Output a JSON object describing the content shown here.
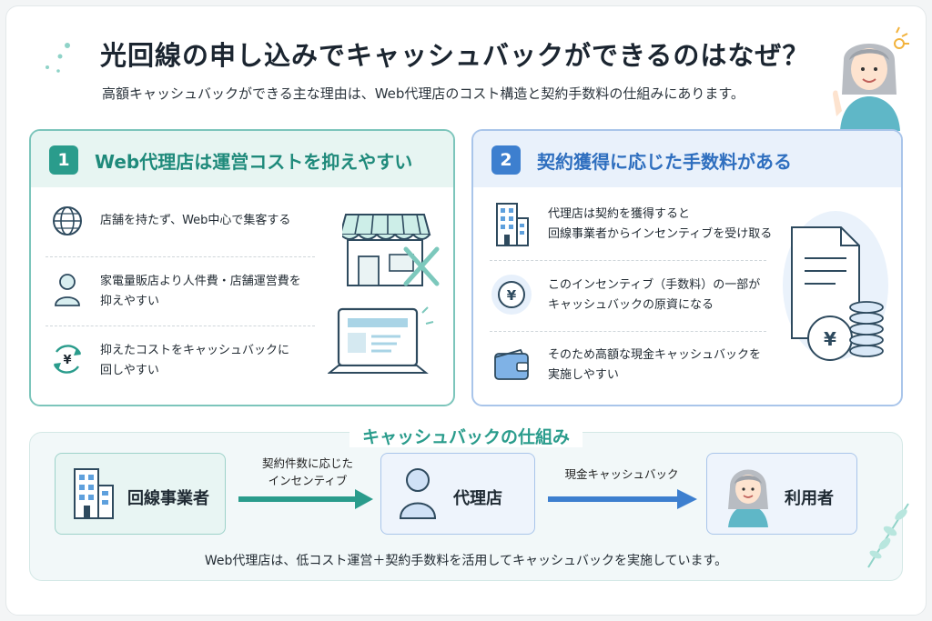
{
  "header": {
    "title": "光回線の申し込みでキャッシュバックができるのはなぜ？",
    "subtitle": "高額キャッシュバックができる主な理由は、Web代理店のコスト構造と契約手数料の仕組みにあります。"
  },
  "card1": {
    "number": "1",
    "title": "Web代理店は運営コストを抑えやすい",
    "items": [
      {
        "line1": "店舗を持たず、Web中心で集客する",
        "line2": ""
      },
      {
        "line1": "家電量販店より人件費・店舗運営費を",
        "line2": "抑えやすい"
      },
      {
        "line1": "抑えたコストをキャッシュバックに",
        "line2": "回しやすい"
      }
    ],
    "yen": "¥"
  },
  "card2": {
    "number": "2",
    "title": "契約獲得に応じた手数料がある",
    "items": [
      {
        "line1": "代理店は契約を獲得すると",
        "line2": "回線事業者からインセンティブを受け取る"
      },
      {
        "line1": "このインセンティブ（手数料）の一部が",
        "line2": "キャッシュバックの原資になる"
      },
      {
        "line1": "そのため高額な現金キャッシュバックを",
        "line2": "実施しやすい"
      }
    ],
    "yen": "¥"
  },
  "flow": {
    "title": "キャッシュバックの仕組み",
    "nodes": {
      "carrier": "回線事業者",
      "agency": "代理店",
      "user": "利用者"
    },
    "arrow1": {
      "line1": "契約件数に応じた",
      "line2": "インセンティブ"
    },
    "arrow2": {
      "line1": "現金キャッシュバック"
    },
    "footer": "Web代理店は、低コスト運営＋契約手数料を活用してキャッシュバックを実施しています。"
  },
  "colors": {
    "teal": "#2a9c8c",
    "blue": "#3d7fcf",
    "teal_light": "#e7f5f2",
    "blue_light": "#e9f1fb"
  }
}
